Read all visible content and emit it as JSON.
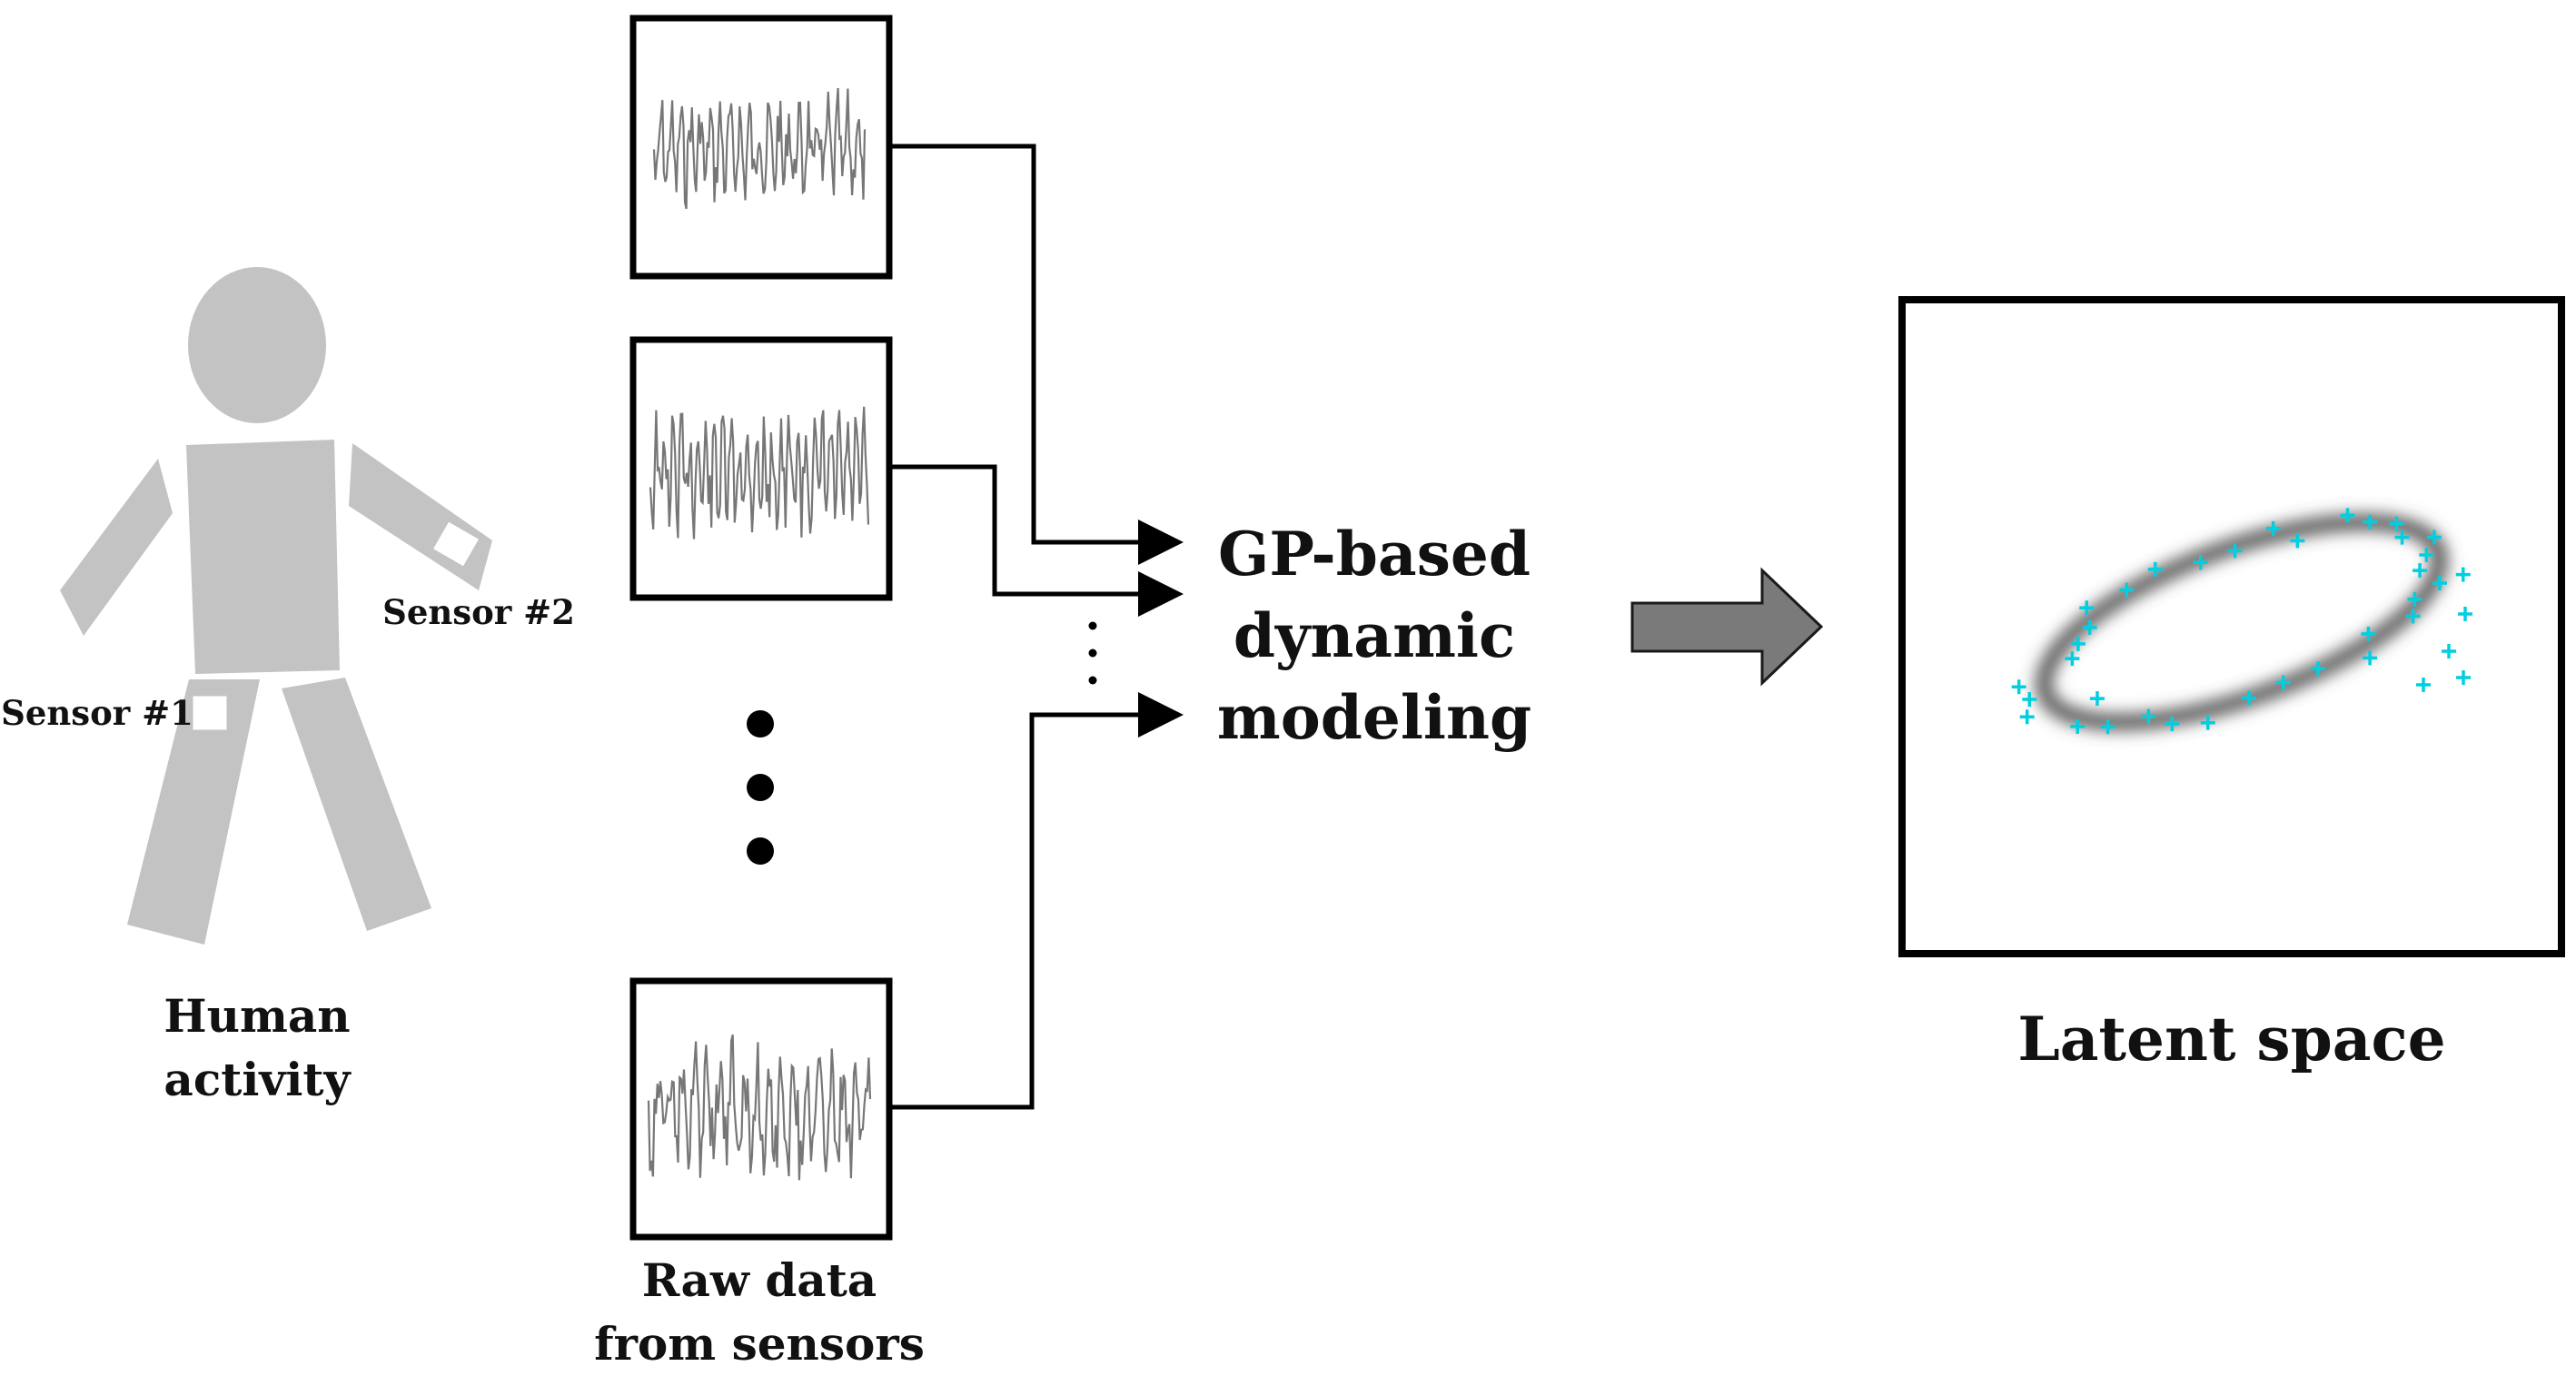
{
  "labels": {
    "sensor1": "Sensor #1",
    "sensor2": "Sensor #2",
    "human_activity_line1": "Human",
    "human_activity_line2": "activity",
    "raw_data_line1": "Raw data",
    "raw_data_line2": "from sensors",
    "gp_line1": "GP-based",
    "gp_line2": "dynamic",
    "gp_line3": "modeling",
    "latent_space": "Latent space"
  },
  "colors": {
    "figure_gray": "#c3c3c3",
    "stroke": "#000000",
    "big_arrow": "#7a7a7a",
    "latent_marker": "#00cfe0",
    "signal": "#777777"
  },
  "icons": {
    "human": "human-figure-icon",
    "big_arrow": "right-arrow-icon",
    "vertical_ellipsis": "vertical-ellipsis-icon"
  }
}
